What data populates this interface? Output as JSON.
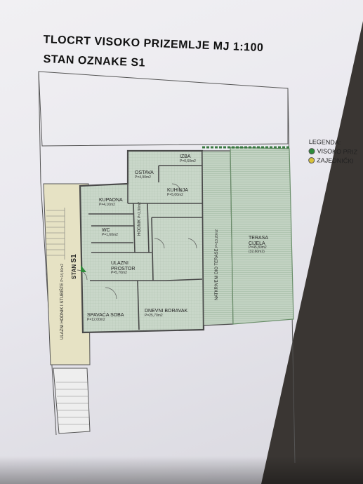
{
  "title_line1": "TLOCRT VISOKO PRIZEMLJE MJ 1:100",
  "title_line2": "STAN OZNAKE S1",
  "legend": {
    "heading": "LEGENDA:",
    "items": [
      {
        "label": "VISOKO PRIZ",
        "color": "#2e8b3a"
      },
      {
        "label": "ZAJEDNIČKI",
        "color": "#d9c23a"
      }
    ]
  },
  "rooms": {
    "izba": {
      "name": "IZBA",
      "area": "P=0,60m2"
    },
    "ostava": {
      "name": "OSTAVA",
      "area": "P=4,90m2"
    },
    "kuhinja": {
      "name": "KUHINJA",
      "area": "P=5,00m2"
    },
    "kupaona": {
      "name": "KUPAONA",
      "area": "P=4,10m2"
    },
    "hodnik": {
      "name": "HODNIK",
      "area": "P=2,90m2"
    },
    "wc": {
      "name": "WC",
      "area": "P=1,60m2"
    },
    "ulazni": {
      "name1": "ULAZNI",
      "name2": "PROSTOR",
      "area": "P=5,70m2"
    },
    "spavaca": {
      "name": "SPAVAĆA SOBA",
      "area": "P=12,00m2"
    },
    "dnevni": {
      "name": "DNEVNI BORAVAK",
      "area": "P=25,70m2"
    },
    "natkriveni": {
      "name": "NATKRIVENI DIO TERASE",
      "area": "P=13,20m2"
    },
    "terasa": {
      "name1": "TERASA",
      "name2": "CIJELA",
      "area1": "P=45,80m2",
      "area2": "(32,60m2)"
    },
    "stubiste": {
      "name": "ULAZNI HODNIK I STUBIŠTE",
      "area": "P=14,60m2"
    }
  },
  "stan": {
    "label": "STAN",
    "code": "S1"
  },
  "colors": {
    "green_fill": "#c8d6c8",
    "green_line": "#5e8e62",
    "wall": "#4a4a4a"
  }
}
